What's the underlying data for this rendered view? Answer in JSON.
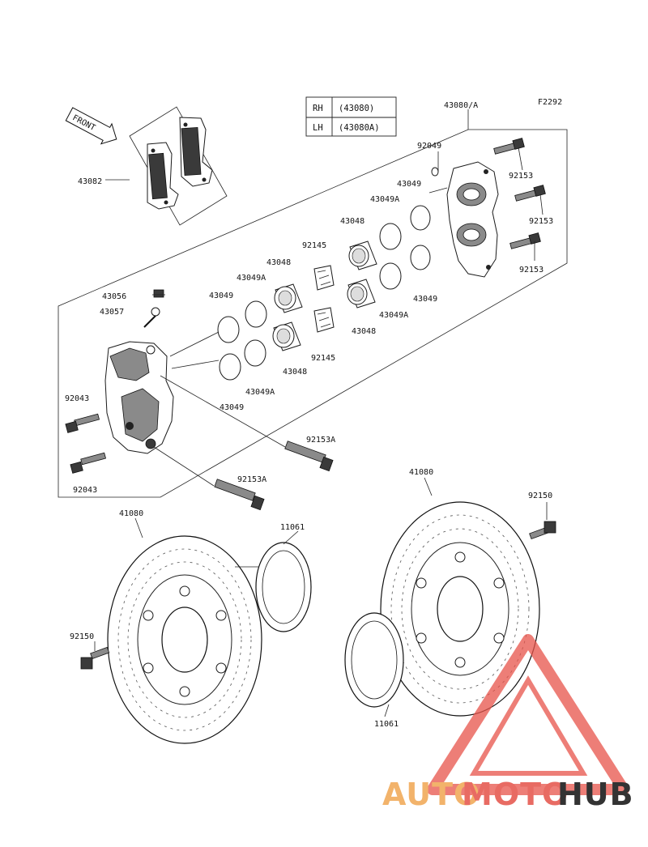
{
  "figure_code": "F2292",
  "table": {
    "rows": [
      {
        "side": "RH",
        "part": "(43080)"
      },
      {
        "side": "LH",
        "part": "(43080A)"
      }
    ]
  },
  "front_marker": "FRONT",
  "labels": {
    "l_43080A": "43080/A",
    "l_92049": "92049",
    "l_92153_a": "92153",
    "l_92153_b": "92153",
    "l_92153_c": "92153",
    "l_43049_r1": "43049",
    "l_43049A_r1": "43049A",
    "l_43048_r1": "43048",
    "l_92145_1": "92145",
    "l_43048_m": "43048",
    "l_43049A_m": "43049A",
    "l_43049_m": "43049",
    "l_43056": "43056",
    "l_43057": "43057",
    "l_43049_r2": "43049",
    "l_43049A_r2": "43049A",
    "l_43048_r2": "43048",
    "l_92145_2": "92145",
    "l_43049A_r3": "43049A",
    "l_43048_r3": "43048",
    "l_43049_l": "43049",
    "l_43082": "43082",
    "l_92043_a": "92043",
    "l_92043_b": "92043",
    "l_92153A_a": "92153A",
    "l_92153A_b": "92153A",
    "l_41080_l": "41080",
    "l_41080_r": "41080",
    "l_11061_a": "11061",
    "l_11061_b": "11061",
    "l_92150_r": "92150",
    "l_92150_l": "92150"
  },
  "watermark": {
    "part1": "AUTO",
    "part2": "MOTO",
    "part3": "HUB",
    "color_auto": "#f2b36b",
    "color_moto": "#e86b63",
    "color_hub": "#333333"
  }
}
